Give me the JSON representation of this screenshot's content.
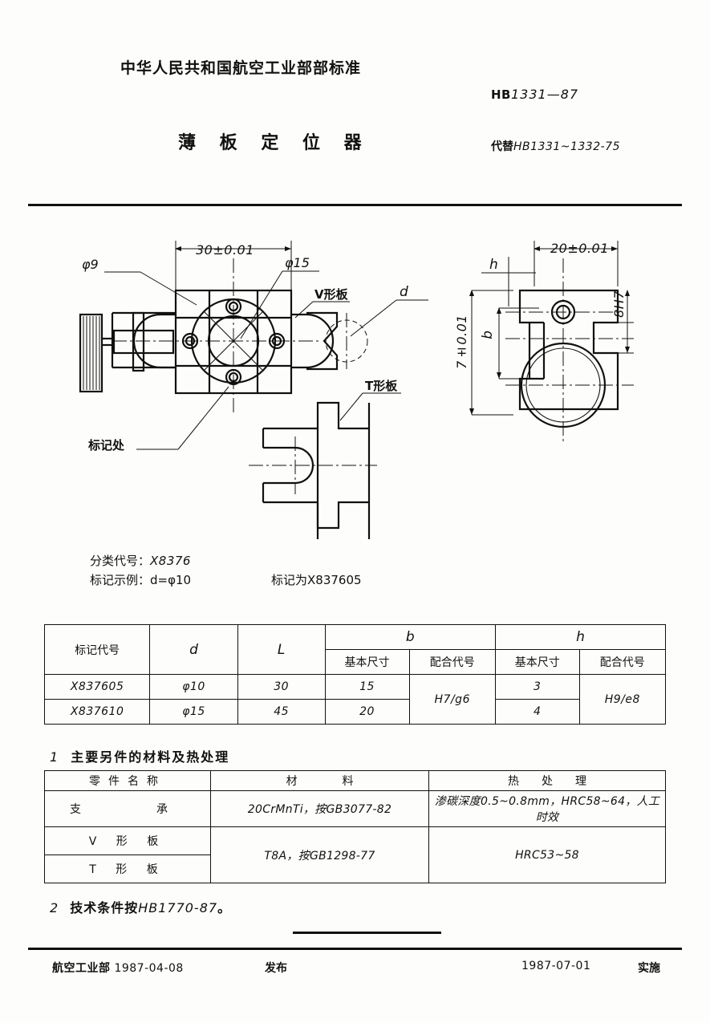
{
  "header": {
    "ministry_line": "中华人民共和国航空工业部部标准",
    "std_prefix": "HB",
    "std_number": "1331—87",
    "doc_title": "薄 板 定 位 器",
    "replace_label": "代替",
    "replace_value": "HB1331~1332-75"
  },
  "drawing": {
    "dim_width_front": "30±0.01",
    "label_phi9": "φ9",
    "label_phi15": "φ15",
    "label_v_plate": "V形板",
    "label_d": "d",
    "label_t_plate": "T形板",
    "label_mark_location": "标记处",
    "dim_width_side": "20±0.01",
    "label_h": "h",
    "label_b": "b",
    "dim_height_side": "7±0.01",
    "label_8h7": "8H7"
  },
  "notes": {
    "class_code_label": "分类代号：",
    "class_code_value": "X8376",
    "mark_example_label": "标记示例：",
    "mark_example_value": "d=φ10",
    "mark_as_label": "标记为",
    "mark_as_value": "X837605"
  },
  "spec_table": {
    "headers": {
      "mark_code": "标记代号",
      "d": "d",
      "L": "L",
      "b": "b",
      "h": "h",
      "basic_size": "基本尺寸",
      "fit_code": "配合代号"
    },
    "rows": [
      {
        "mark_code": "X837605",
        "d": "φ10",
        "L": "30",
        "b_basic": "15",
        "h_basic": "3"
      },
      {
        "mark_code": "X837610",
        "d": "φ15",
        "L": "45",
        "b_basic": "20",
        "h_basic": "4"
      }
    ],
    "b_fit": "H7/g6",
    "h_fit": "H9/e8"
  },
  "material_section": {
    "note_number": "1",
    "note_title": "主要另件的材料及热处理",
    "headers": {
      "part_name": "零件名称",
      "material": "材　　　　料",
      "heat_treatment": "热　　处　　理"
    },
    "rows": [
      {
        "part_name": "支　　承",
        "material": "20CrMnTi，按GB3077-82",
        "heat_treatment": "渗碳深度0.5~0.8mm，HRC58~64，人工时效"
      },
      {
        "part_name": "V 形 板",
        "material": "T8A，按GB1298-77",
        "heat_treatment": "HRC53~58"
      },
      {
        "part_name": "T 形 板"
      }
    ]
  },
  "note2": {
    "number": "2",
    "text": "技术条件按",
    "value": "HB1770-87",
    "period": "。"
  },
  "footer": {
    "issuer": "航空工业部",
    "issue_date": "1987-04-08",
    "publish": "发布",
    "effective_date": "1987-07-01",
    "effective": "实施"
  }
}
